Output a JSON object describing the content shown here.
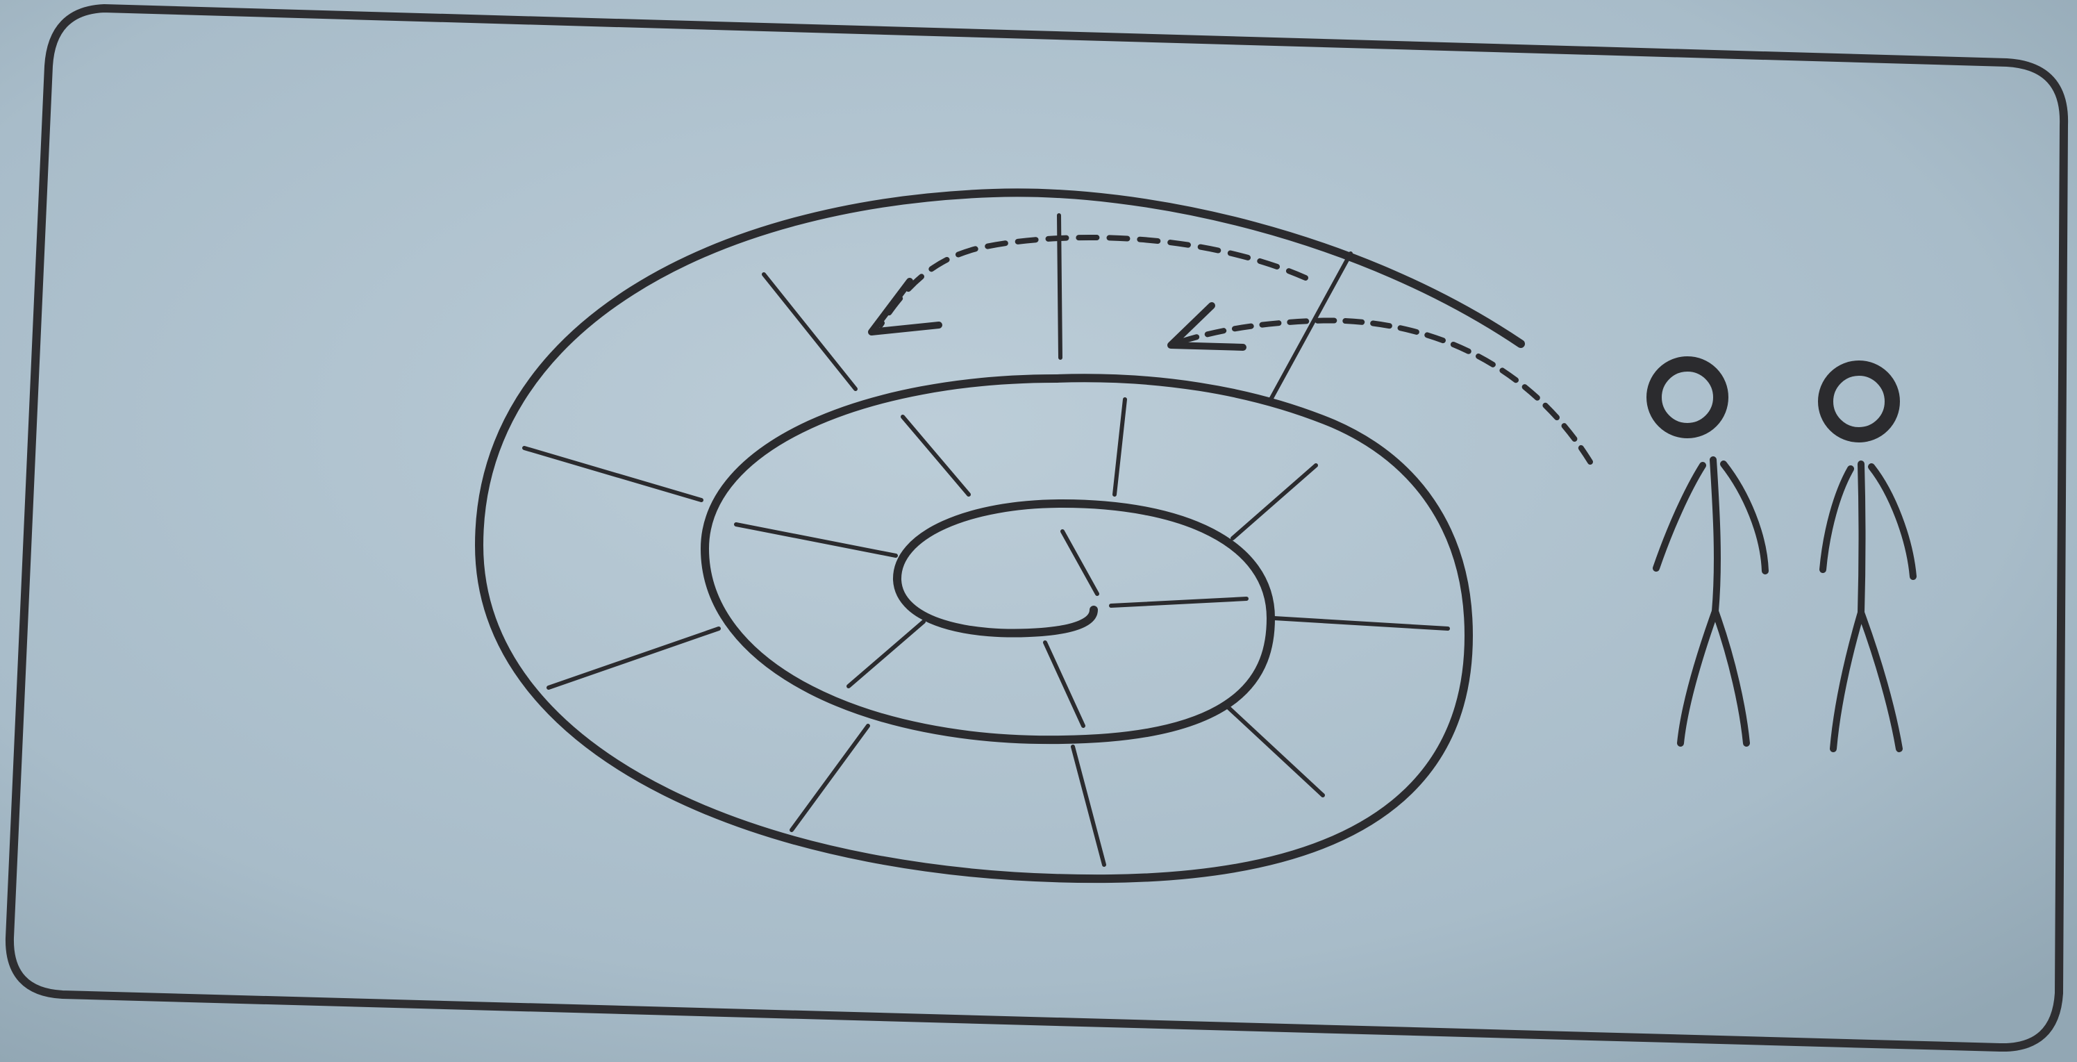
{
  "figure": {
    "frame": "rounded-rectangle-frame",
    "rings": [
      "outer-ring",
      "middle-ring",
      "inner-ring"
    ],
    "arrows": [
      "dashed-curved-arrow",
      "dashed-curved-arrow"
    ],
    "figures": [
      "stick-figure",
      "stick-figure"
    ]
  },
  "colors": {
    "paper": "#a9bdca",
    "paper_light": "#b9cbd6",
    "ink": "#2b2b2e"
  }
}
